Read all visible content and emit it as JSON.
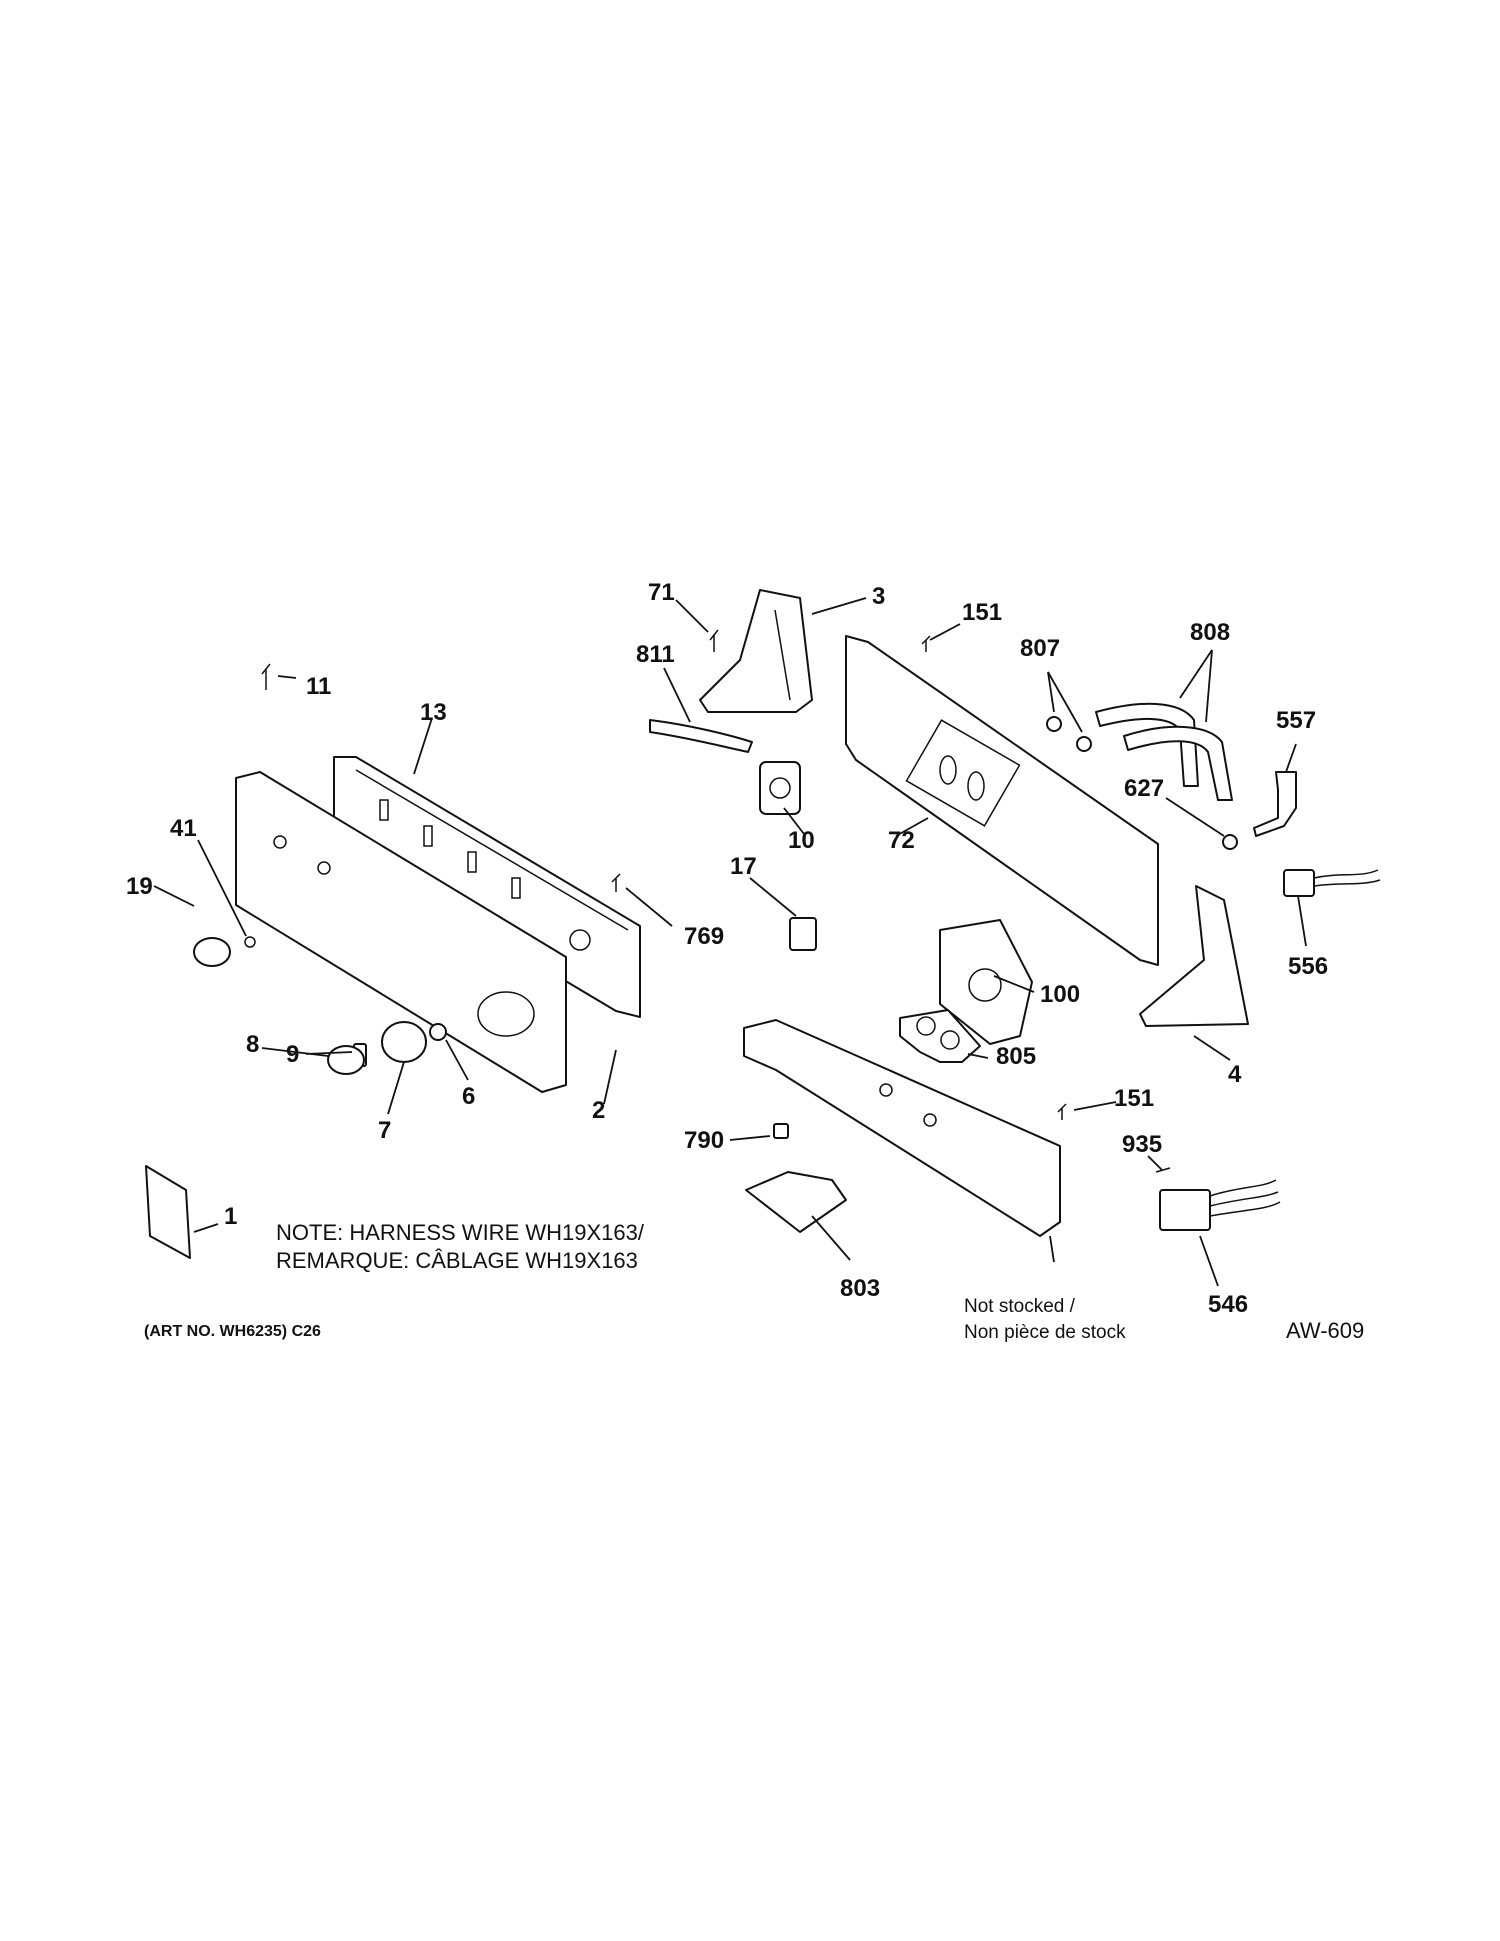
{
  "callouts": {
    "c71": "71",
    "c3": "3",
    "c151a": "151",
    "c807": "807",
    "c808": "808",
    "c811": "811",
    "c11": "11",
    "c13": "13",
    "c557": "557",
    "c627": "627",
    "c72": "72",
    "c10": "10",
    "c41": "41",
    "c19": "19",
    "c17": "17",
    "c769": "769",
    "c556": "556",
    "c100": "100",
    "c9": "9",
    "c8": "8",
    "c6": "6",
    "c7": "7",
    "c2": "2",
    "c805": "805",
    "c4": "4",
    "c151b": "151",
    "c790": "790",
    "c935": "935",
    "c1": "1",
    "c803": "803",
    "c546": "546"
  },
  "notes": {
    "harness_line1": "NOTE: HARNESS WIRE WH19X163/",
    "harness_line2": "REMARQUE: CÂBLAGE WH19X163",
    "not_stocked_line1": "Not stocked /",
    "not_stocked_line2": "Non pièce de stock",
    "art_no": "(ART NO. WH6235) C26",
    "diagram_code": "AW-609"
  }
}
